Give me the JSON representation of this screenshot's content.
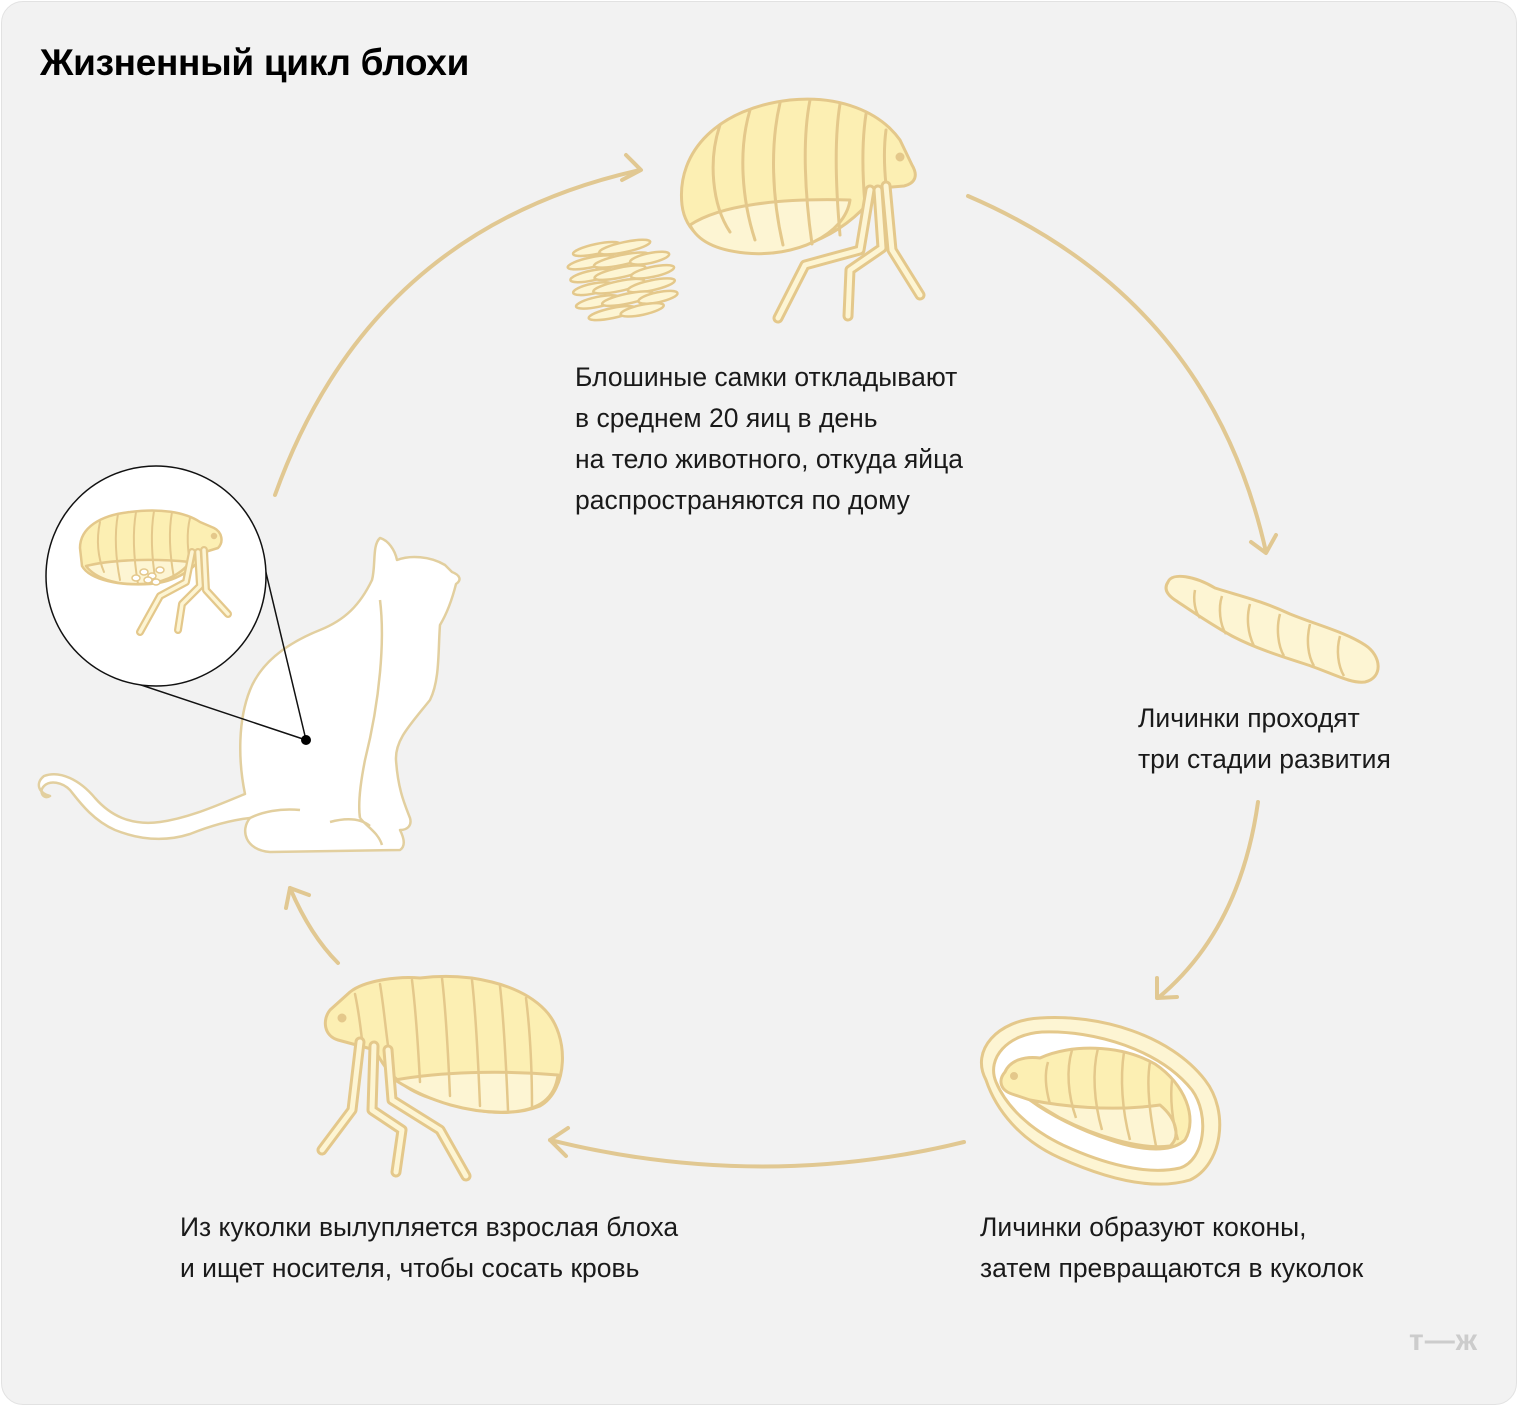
{
  "title": "Жизненный цикл блохи",
  "captions": {
    "eggs": [
      "Блошиные самки откладывают",
      "в среднем 20 яиц в день",
      "на тело животного, откуда яйца",
      "распространяются по дому"
    ],
    "larva": [
      "Личинки проходят",
      "три стадии развития"
    ],
    "cocoon": [
      "Личинки образуют коконы,",
      "затем превращаются в куколок"
    ],
    "adult": [
      "Из куколки вылупляется взрослая блоха",
      "и ищет носителя, чтобы сосать кровь"
    ]
  },
  "logo": "т—ж",
  "colors": {
    "background": "#f2f2f2",
    "fill": "#fcefb3",
    "fill_light": "#fdf5d3",
    "stroke": "#e4c88b",
    "arrow": "#e1c892"
  }
}
